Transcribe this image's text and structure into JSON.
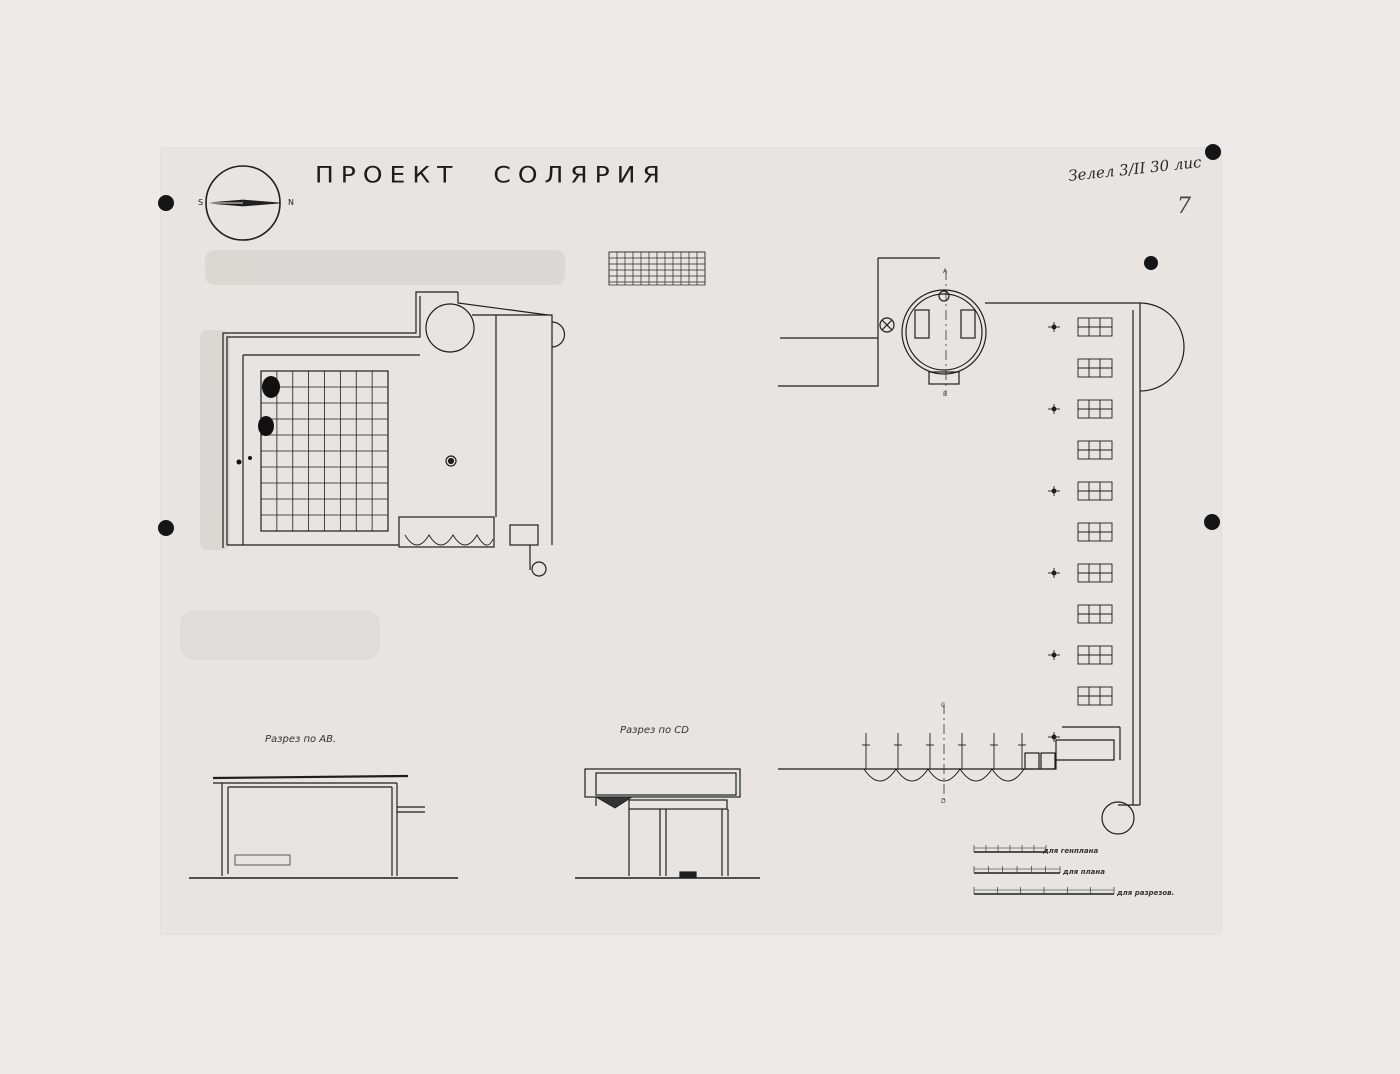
{
  "drawing": {
    "title_word1": "ПРОЕКТ",
    "title_word2": "СОЛЯРИЯ",
    "compass": {
      "south": "S",
      "north": "N"
    },
    "annotation": "Зелел 3/II 30 лис",
    "page_number": "7",
    "sections": {
      "ab_label": "Разрез по АВ.",
      "cd_label": "Разрез по CD"
    },
    "section_markers": {
      "a": "A",
      "b": "B",
      "c": "C",
      "d": "D"
    },
    "scale_bars": [
      {
        "label": "для генплана"
      },
      {
        "label": "для плана"
      },
      {
        "label": "для разрезов."
      }
    ]
  },
  "colors": {
    "paper": "#e7e4e1",
    "background": "#ecebe9",
    "ink": "#1f1f1f",
    "stain": "#d4d0cc"
  }
}
